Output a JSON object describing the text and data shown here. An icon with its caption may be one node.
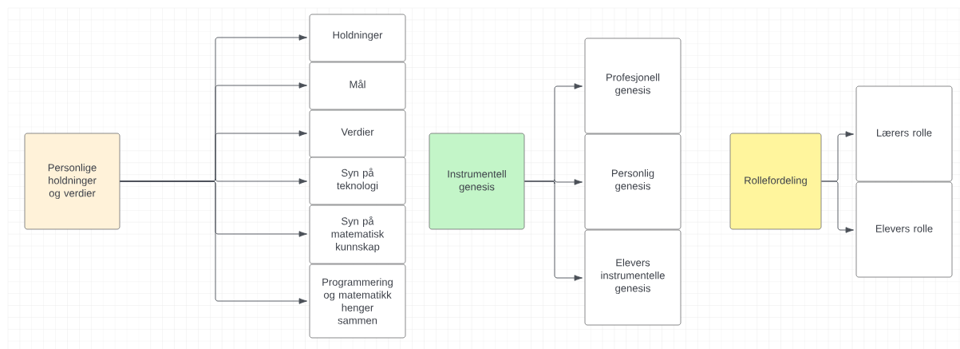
{
  "diagram": {
    "nodes": [
      {
        "text": [
          "Personlige holdninger og verdier"
        ]
      },
      {
        "text": [
          "Holdninger"
        ]
      },
      {
        "text": [
          "Mål"
        ]
      },
      {
        "text": [
          "Verdier"
        ]
      },
      {
        "text": [
          "Syn på teknologi"
        ]
      },
      {
        "text": [
          "Syn på matematisk kunnskap"
        ]
      },
      {
        "text": [
          "Programmering og matematikk henger sammen"
        ]
      },
      {
        "text": [
          "Instrumentell genesis"
        ]
      },
      {
        "text": [
          "Profesjonell genesis"
        ]
      },
      {
        "text": [
          "Personlig genesis"
        ]
      },
      {
        "text": [
          "Elevers instrumentelle genesis"
        ]
      },
      {
        "text": [
          "Rollefordeling"
        ]
      },
      {
        "text": [
          "Lærers rolle"
        ]
      },
      {
        "text": [
          "Elevers rolle"
        ]
      }
    ],
    "edges": [
      {
        "from": 0,
        "to": 1,
        "arrow": "to"
      },
      {
        "from": 0,
        "to": 2,
        "arrow": "to"
      },
      {
        "from": 0,
        "to": 3,
        "arrow": "to"
      },
      {
        "from": 0,
        "to": 4,
        "arrow": "to"
      },
      {
        "from": 0,
        "to": 5,
        "arrow": "to"
      },
      {
        "from": 0,
        "to": 6,
        "arrow": "to"
      },
      {
        "from": 7,
        "to": 8,
        "arrow": "to"
      },
      {
        "from": 7,
        "to": 9,
        "arrow": "to"
      },
      {
        "from": 7,
        "to": 10,
        "arrow": "to"
      },
      {
        "from": 11,
        "to": 12,
        "arrow": "to"
      },
      {
        "from": 11,
        "to": 13,
        "arrow": "to"
      }
    ]
  }
}
